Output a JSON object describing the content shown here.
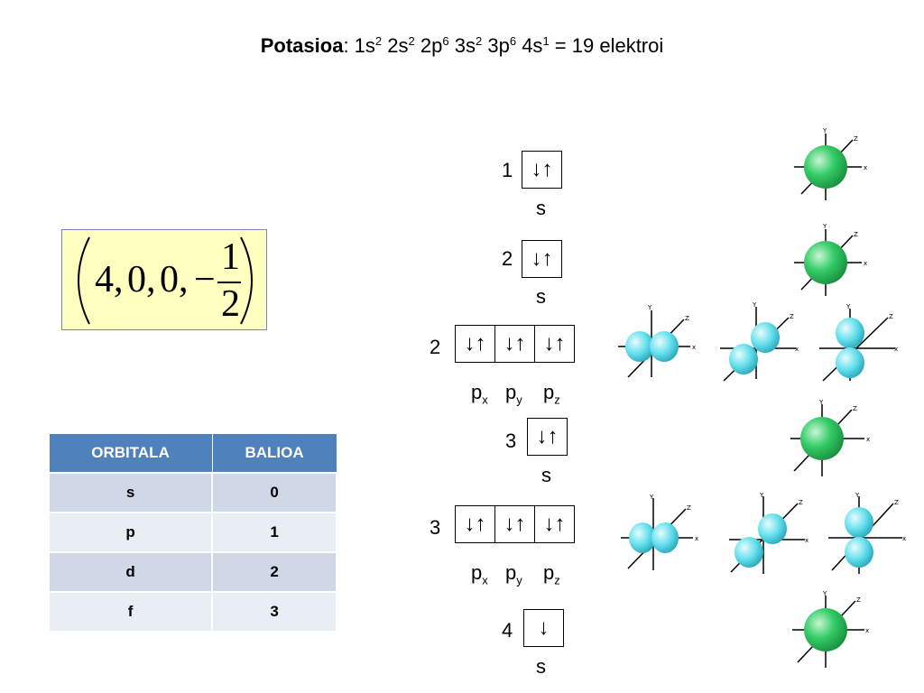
{
  "title": {
    "element": "Potasioa",
    "sep": ": ",
    "config": [
      {
        "base": "1s",
        "sup": "2"
      },
      {
        "base": "2s",
        "sup": "2"
      },
      {
        "base": "2p",
        "sup": "6"
      },
      {
        "base": "3s",
        "sup": "2"
      },
      {
        "base": "3p",
        "sup": "6"
      },
      {
        "base": "4s",
        "sup": "1"
      }
    ],
    "suffix": "= 19 elektroi"
  },
  "quantum_numbers": {
    "open": "(",
    "n": "4,",
    "l": "0,",
    "m": "0,",
    "sign": "−",
    "num": "1",
    "den": "2",
    "close": ")"
  },
  "table": {
    "headers": [
      "ORBITALA",
      "BALIOA"
    ],
    "rows": [
      [
        "s",
        "0"
      ],
      [
        "p",
        "1"
      ],
      [
        "d",
        "2"
      ],
      [
        "f",
        "3"
      ]
    ]
  },
  "orbitals": [
    {
      "shell": "1",
      "boxes": [
        "↓↑"
      ],
      "label": "s"
    },
    {
      "shell": "2",
      "boxes": [
        "↓↑"
      ],
      "label": "s"
    },
    {
      "shell": "2",
      "boxes": [
        "↓↑",
        "↓↑",
        "↓↑"
      ],
      "labels": [
        {
          "b": "p",
          "s": "x"
        },
        {
          "b": "p",
          "s": "y"
        },
        {
          "b": "p",
          "s": "z"
        }
      ]
    },
    {
      "shell": "3",
      "boxes": [
        "↓↑"
      ],
      "label": "s"
    },
    {
      "shell": "3",
      "boxes": [
        "↓↑",
        "↓↑",
        "↓↑"
      ],
      "labels": [
        {
          "b": "p",
          "s": "x"
        },
        {
          "b": "p",
          "s": "y"
        },
        {
          "b": "p",
          "s": "z"
        }
      ]
    },
    {
      "shell": "4",
      "boxes": [
        "↓"
      ],
      "label": "s"
    }
  ],
  "axis_labels": {
    "x": "x",
    "y": "Y",
    "z": "Z"
  },
  "colors": {
    "s_orbital": "#33cc66",
    "p_orbital": "#66e0ee",
    "table_header": "#4f81bd",
    "table_row_dark": "#d0d8e8",
    "table_row_light": "#e9edf4",
    "qbox_bg": "#ffffc0"
  }
}
